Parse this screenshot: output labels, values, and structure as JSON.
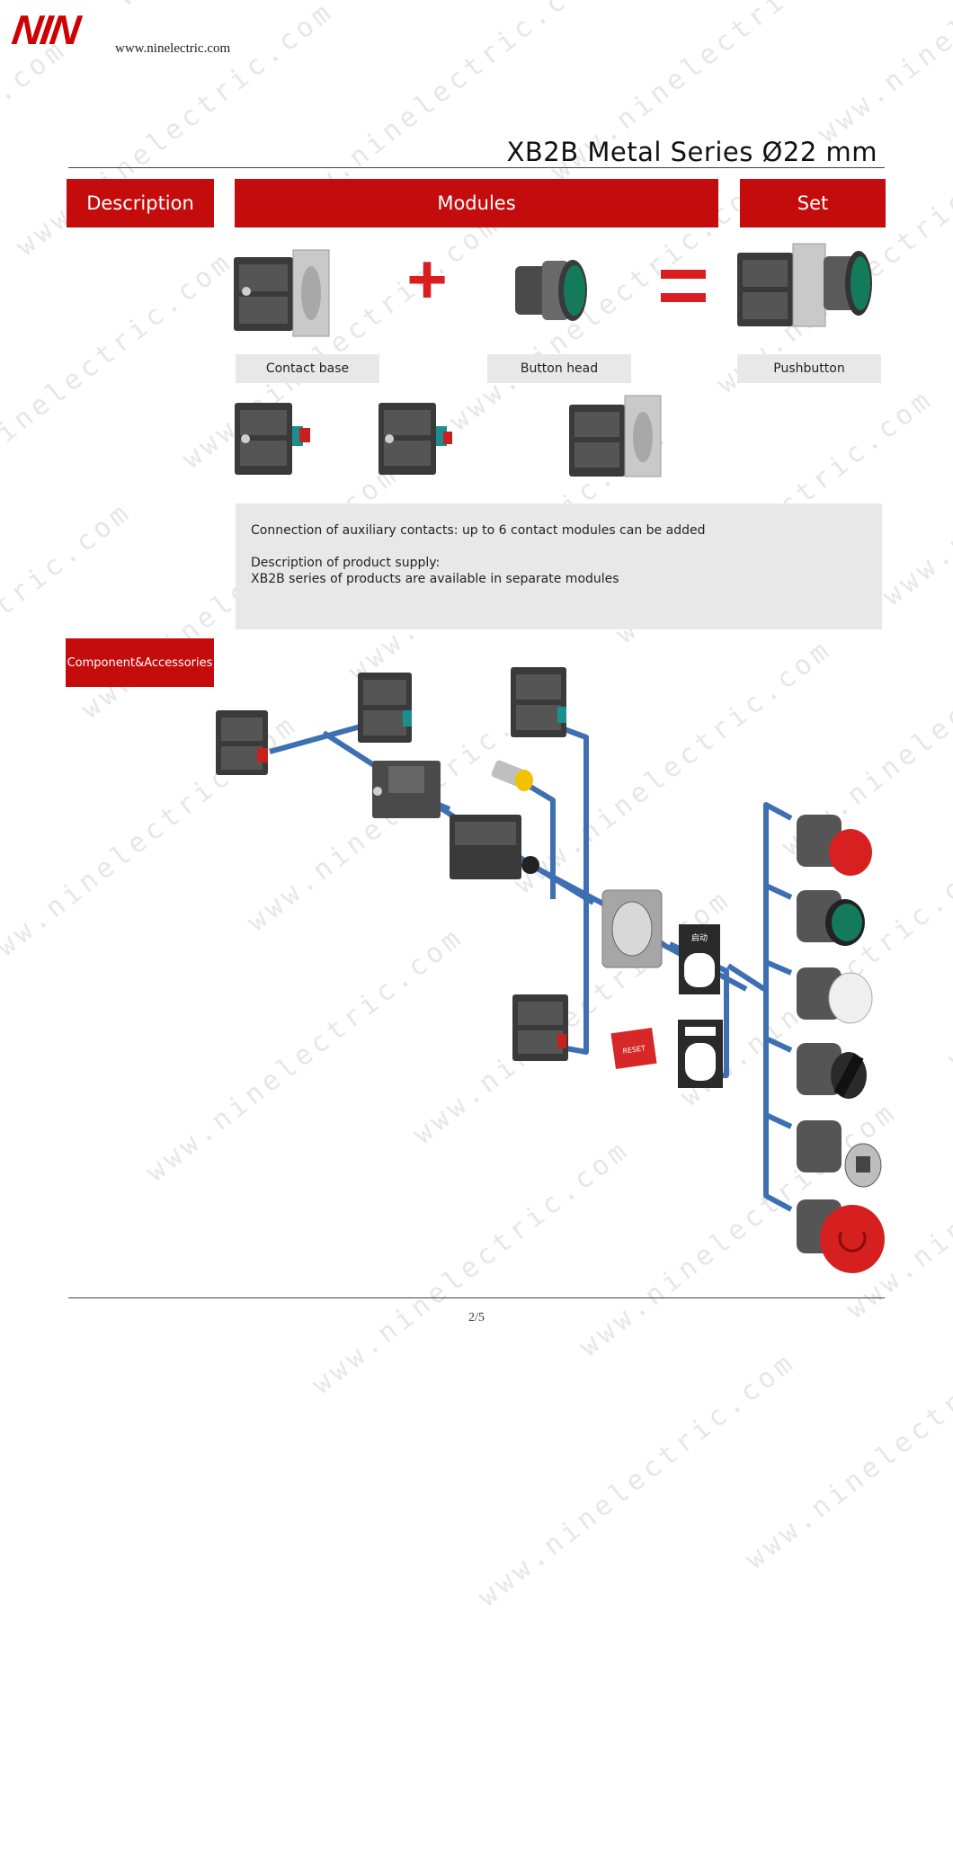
{
  "brand": {
    "logo_text": "NIN",
    "url": "www.ninelectric.com"
  },
  "page_title": "XB2B Metal Series Ø22 mm",
  "sections": {
    "description_label": "Description",
    "modules_label": "Modules",
    "set_label": "Set",
    "accessories_label": "Component&Accessories"
  },
  "modules": {
    "contact_base_caption": "Contact base",
    "button_head_caption": "Button head",
    "pushbutton_caption": "Pushbutton",
    "plus_symbol": "+",
    "equals_symbol": "="
  },
  "info": {
    "line1": "Connection of auxiliary contacts: up to 6 contact modules can be added",
    "line2": "Description of product supply:",
    "line3": "XB2B series of products are available in separate modules"
  },
  "labels": {
    "legend_plate_text": "启动",
    "reset_label": "RESET"
  },
  "watermark_text": "www.ninelectric.com",
  "footer": {
    "page_number": "2/5"
  },
  "colors": {
    "brand_red": "#c40c0c",
    "caption_gray": "#e8e8e8",
    "connector_blue": "#3e6fb3"
  }
}
